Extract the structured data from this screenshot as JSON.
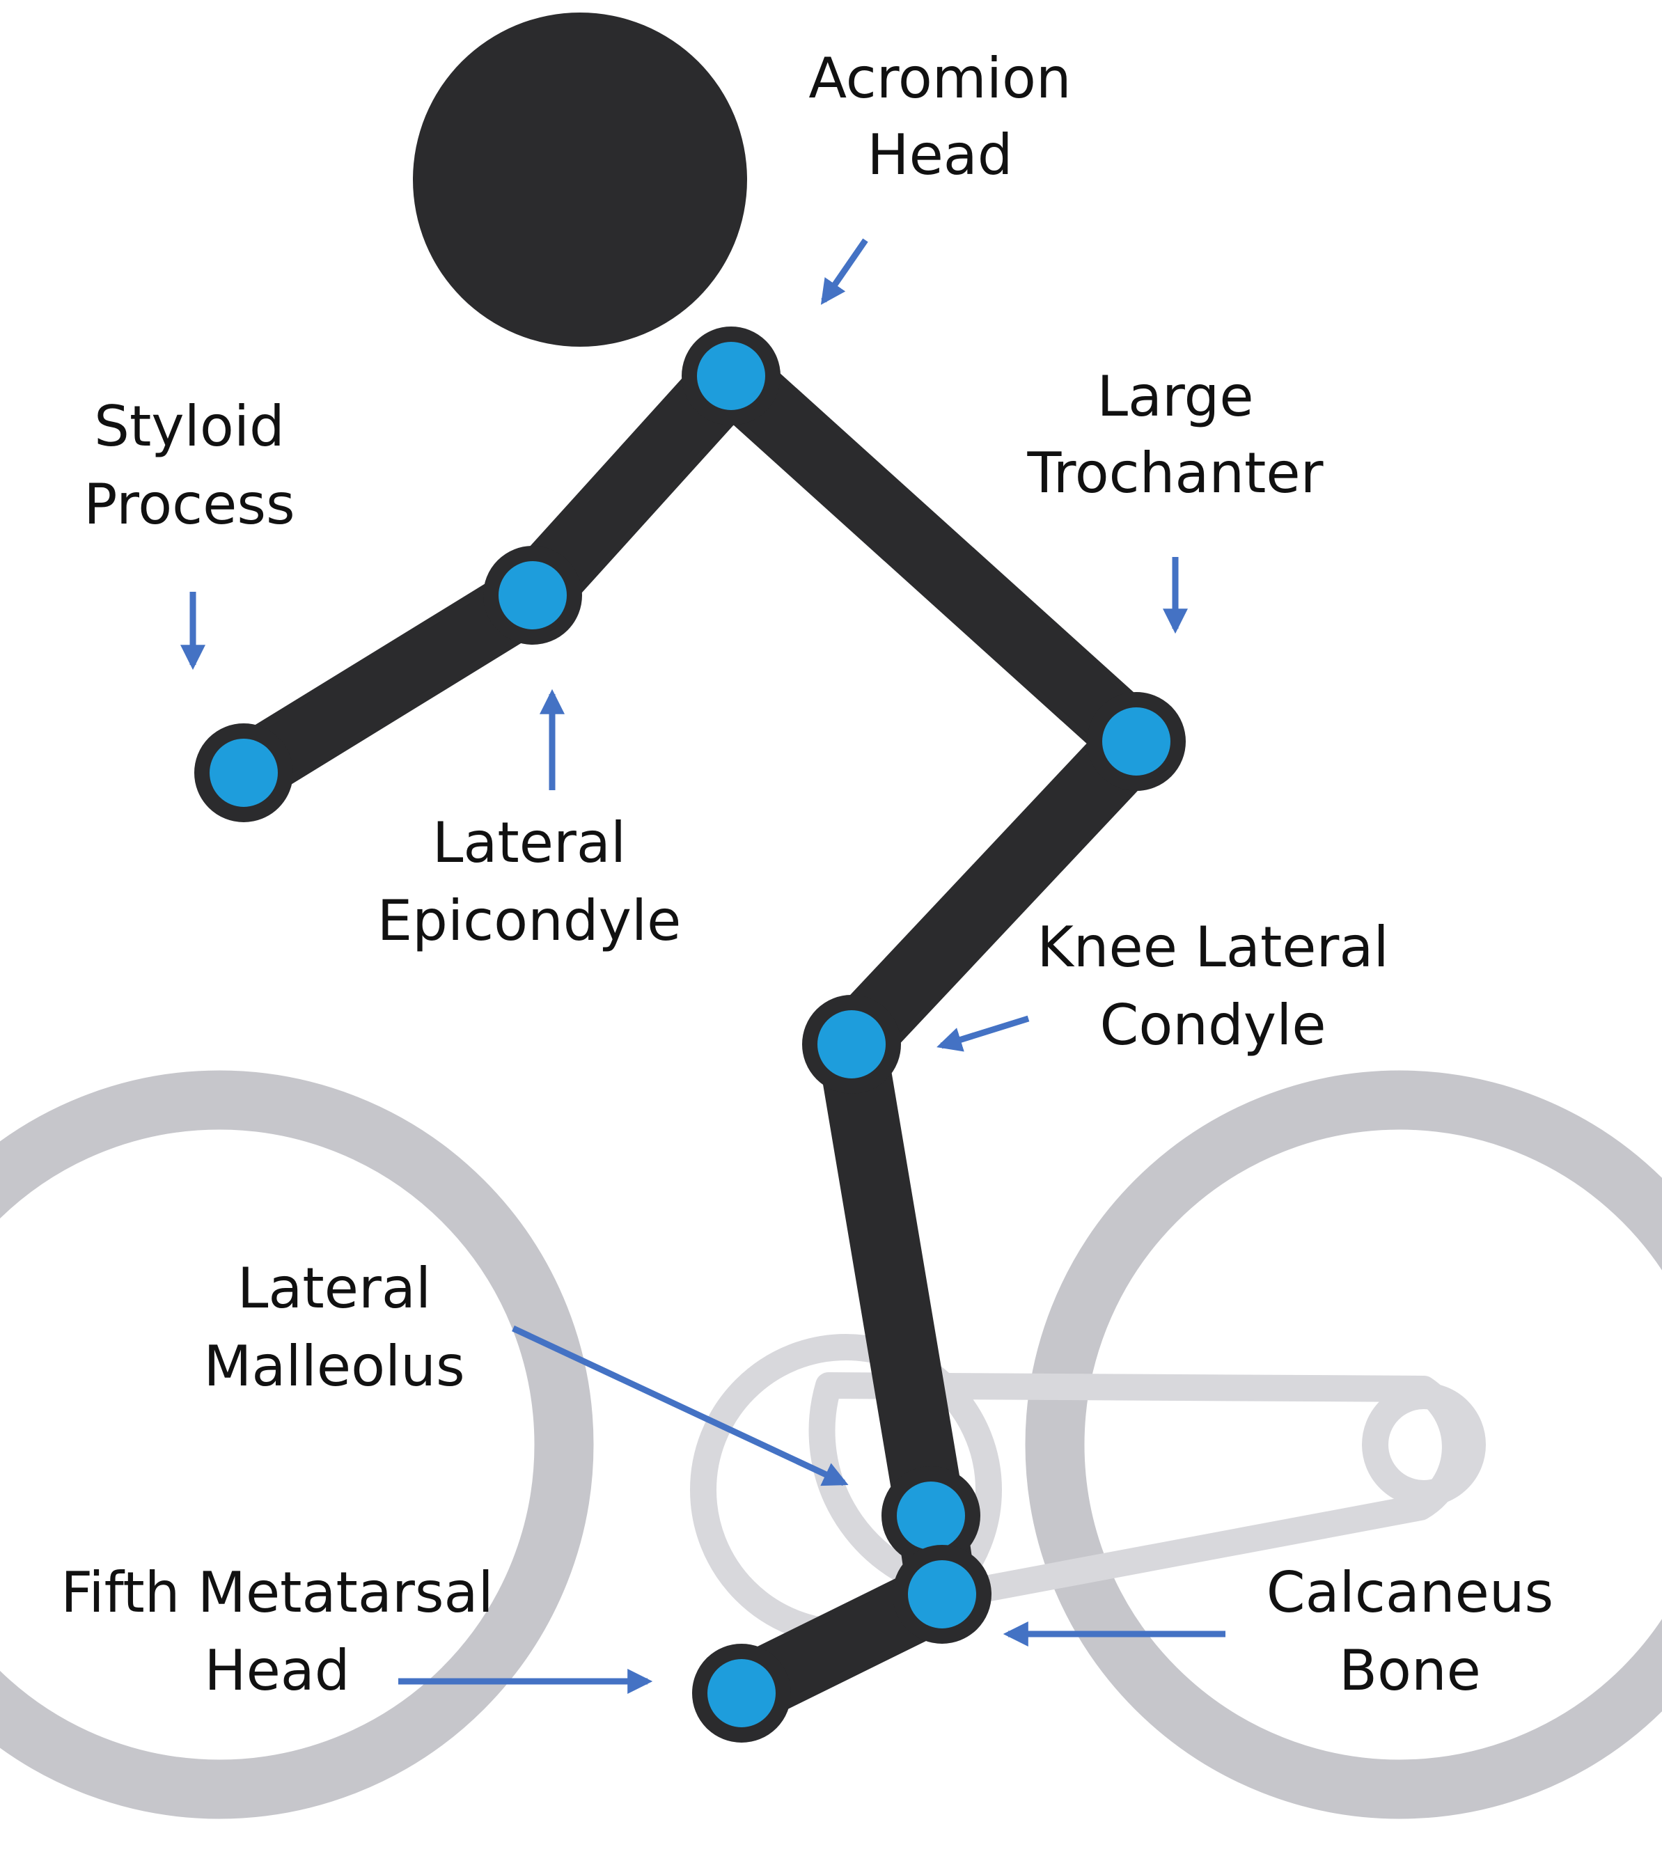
{
  "colors": {
    "figure": "#2b2b2d",
    "marker_fill": "#1e9ddc",
    "arrow": "#4472c4",
    "bike": "#c6c6cb",
    "label_text": "#111111",
    "background": "#ffffff"
  },
  "labels": {
    "acromion_head": [
      "Acromion",
      "Head"
    ],
    "styloid_process": [
      "Styloid",
      "Process"
    ],
    "large_trochanter": [
      "Large",
      "Trochanter"
    ],
    "lateral_epicondyle": [
      "Lateral",
      "Epicondyle"
    ],
    "knee_lateral_condyle": [
      "Knee Lateral",
      "Condyle"
    ],
    "lateral_malleolus": [
      "Lateral",
      "Malleolus"
    ],
    "fifth_metatarsal_head": [
      "Fifth Metatarsal",
      "Head"
    ],
    "calcaneus_bone": [
      "Calcaneus",
      "Bone"
    ]
  }
}
